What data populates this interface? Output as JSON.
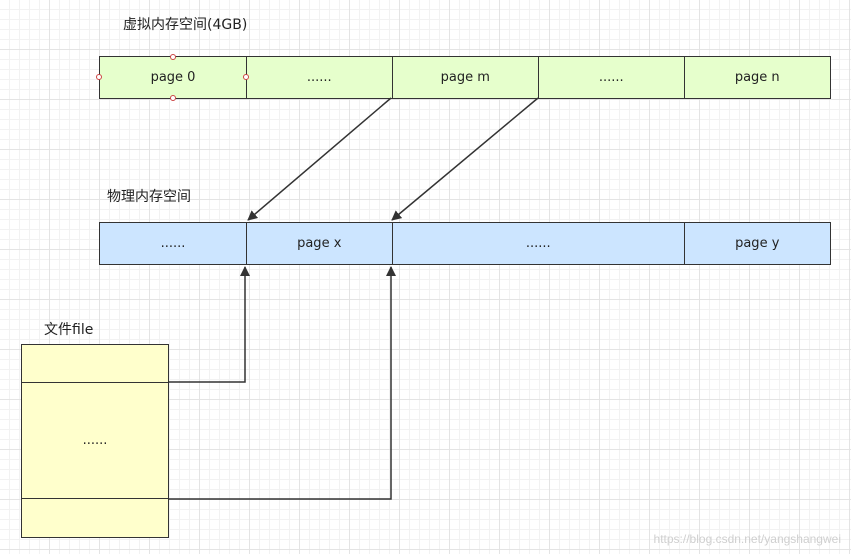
{
  "virtual_memory": {
    "title": "虚拟内存空间(4GB)",
    "cells": [
      "page 0",
      "......",
      "page m",
      "......",
      "page n"
    ]
  },
  "physical_memory": {
    "title": "物理内存空间",
    "cells": [
      "......",
      "page x",
      "......",
      "page y"
    ]
  },
  "file": {
    "title": "文件file",
    "cells": [
      "",
      "......",
      ""
    ]
  },
  "colors": {
    "virtual_fill": "#e6ffcc",
    "physical_fill": "#cce5ff",
    "file_fill": "#ffffcc",
    "stroke": "#333333"
  },
  "watermark": "https://blog.csdn.net/yangshangwei"
}
